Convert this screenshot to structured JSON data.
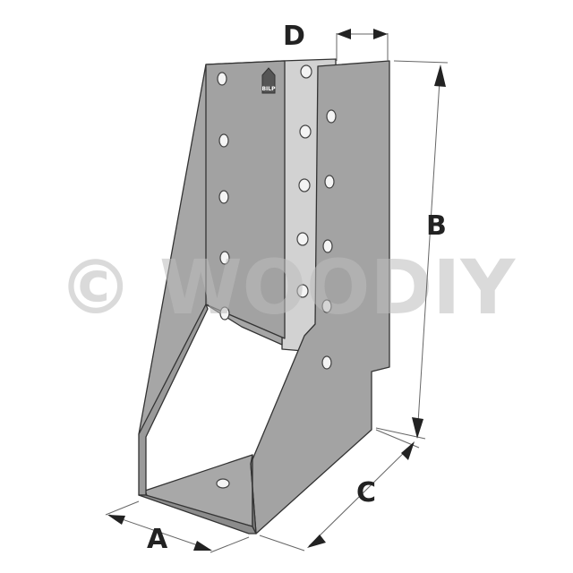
{
  "title": "Joist hanger dimension diagram",
  "dimensions": {
    "a": "A",
    "b": "B",
    "c": "C",
    "d": "D"
  },
  "watermark": "© WOODIY",
  "logo": "BILP",
  "colors": {
    "metal": "#a3a3a3",
    "metal_light": "#cfcfcf",
    "metal_dark": "#8c8c8c",
    "outline": "#333333",
    "dim_line": "#555555"
  }
}
